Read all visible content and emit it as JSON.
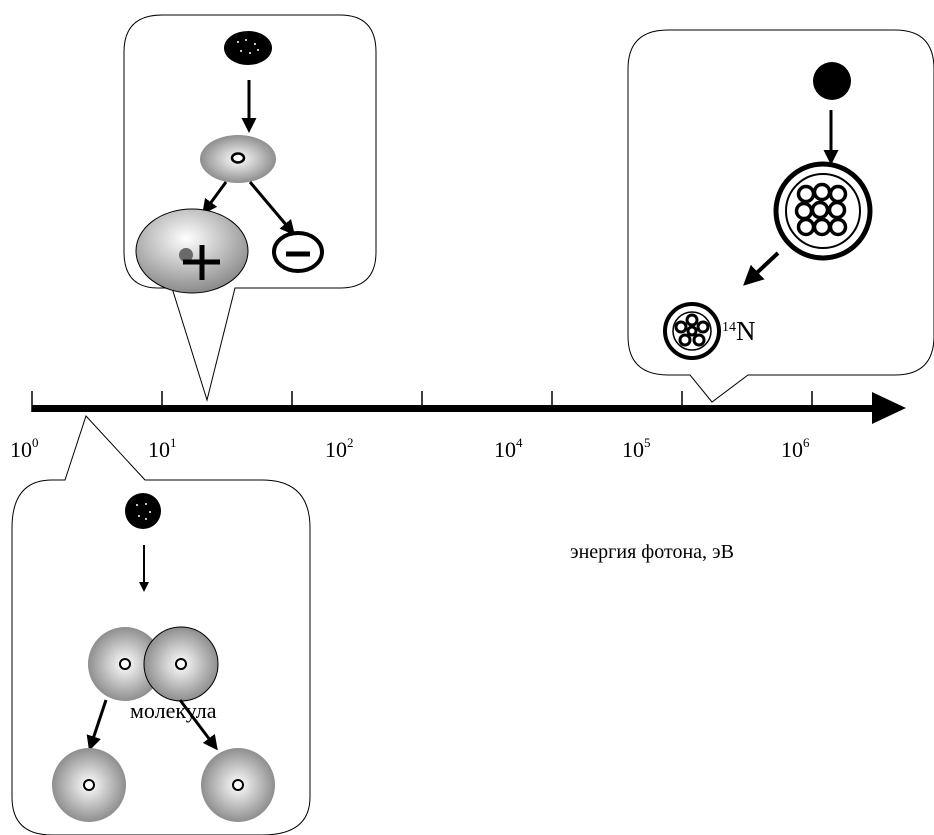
{
  "axis": {
    "ticks": [
      {
        "base": "10",
        "exp": "0"
      },
      {
        "base": "10",
        "exp": "1"
      },
      {
        "base": "10",
        "exp": "2"
      },
      {
        "base": "10",
        "exp": "4"
      },
      {
        "base": "10",
        "exp": "5"
      },
      {
        "base": "10",
        "exp": "6"
      }
    ],
    "label": "энергия фотона, эВ"
  },
  "callouts": {
    "molecule_label": "молекула",
    "nucleus_mass": "14",
    "nucleus_symbol": "N"
  }
}
